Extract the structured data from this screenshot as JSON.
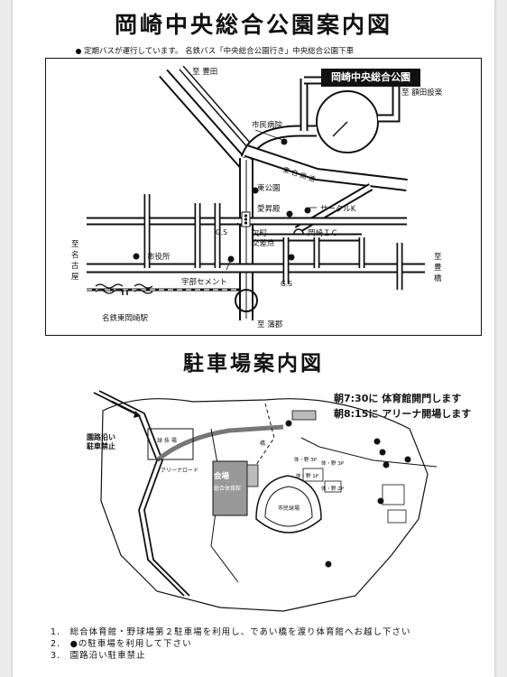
{
  "main_title": "岡崎中央総合公園案内図",
  "bus_note": "定期バスが運行しています。 名鉄バス「中央総合公園行き」中央総合公園下車",
  "area_map": {
    "park_label": "岡崎中央総合公園",
    "to_toyota": "至 豊田",
    "to_nukata": "至 額田設楽",
    "hospital": "市民病院",
    "higashi_park": "東公園",
    "highway": "東 名 高 速",
    "aishoden": "愛昇殿",
    "circle_k": "サークルK",
    "gs1": "G.S",
    "kakemachi": "欠町",
    "kakemachi2": "交差点",
    "okazaki_ic": "岡崎ＩＣ",
    "city_hall": "市役所",
    "to_nagoya_1": "至",
    "to_nagoya_2": "名",
    "to_nagoya_3": "古",
    "to_nagoya_4": "屋",
    "to_toyohashi_1": "至",
    "to_toyohashi_2": "豊",
    "to_toyohashi_3": "橋",
    "cement": "宇部セメント",
    "gs2": "G.S",
    "to_gamagori": "至 蒲郡",
    "station": "名鉄東岡崎駅"
  },
  "parking_title": "駐車場案内図",
  "notes": {
    "line1": "朝7:30に 体育館開門します",
    "line2": "朝8:15に アリーナ開場します"
  },
  "parking_map": {
    "callout_1": "園路沿い",
    "callout_2": "駐車禁止",
    "venue": "会場",
    "venue_sub": "総合体育館",
    "arena_road": "アリーナロード",
    "baseball": "球 技 場",
    "stadium": "市民球場",
    "p1": "体・野 1P",
    "p2": "体・野 2P",
    "p3": "体・野 3P",
    "p4": "体・野 3P",
    "bridge": "橋"
  },
  "footer": {
    "item1": "1.　総合体育館・野球場第２駐車場を利用し、であい橋を渡り体育館へお越し下さい",
    "item2": "2.　●の駐車場を利用して下さい",
    "item3": "3.　園路沿い駐車禁止"
  }
}
